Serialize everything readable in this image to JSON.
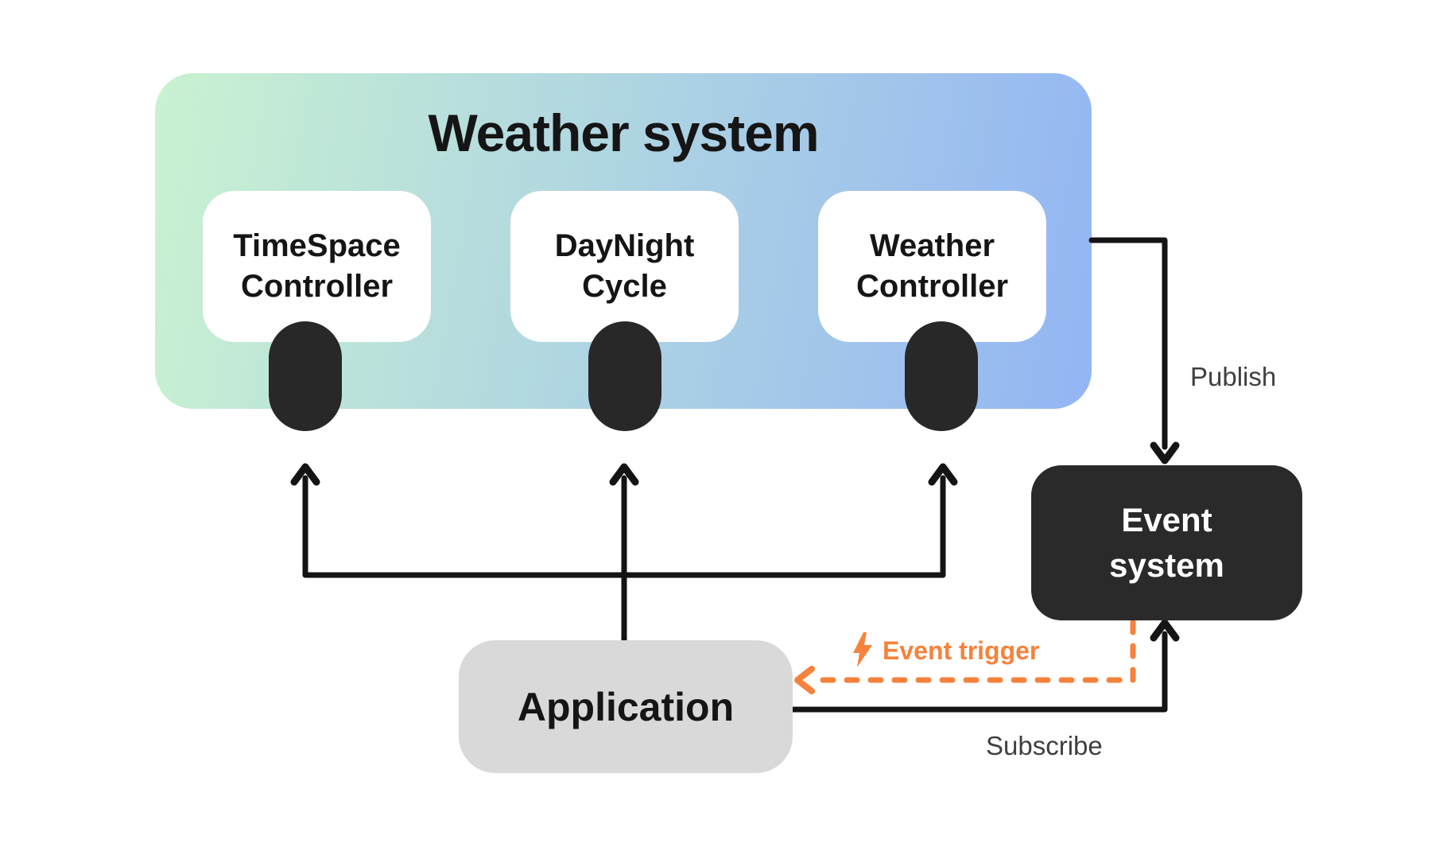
{
  "colors": {
    "gradient_start": "#c9f2d1",
    "gradient_end": "#93b5f4",
    "node_dark": "#2a2a2a",
    "pill_dark": "#282828",
    "app_gray": "#d9d9d9",
    "accent_orange": "#f6823c",
    "line_black": "#141414",
    "label_gray": "#3f3f3f"
  },
  "weather_system": {
    "title": "Weather system",
    "components": [
      {
        "lines": [
          "TimeSpace",
          "Controller"
        ]
      },
      {
        "lines": [
          "DayNight",
          "Cycle"
        ]
      },
      {
        "lines": [
          "Weather",
          "Controller"
        ]
      }
    ]
  },
  "event_system": {
    "lines": [
      "Event",
      "system"
    ]
  },
  "application": {
    "label": "Application"
  },
  "edges": {
    "publish_label": "Publish",
    "subscribe_label": "Subscribe",
    "event_trigger_label": "Event trigger",
    "event_trigger_icon": "lightning-bolt-icon"
  }
}
